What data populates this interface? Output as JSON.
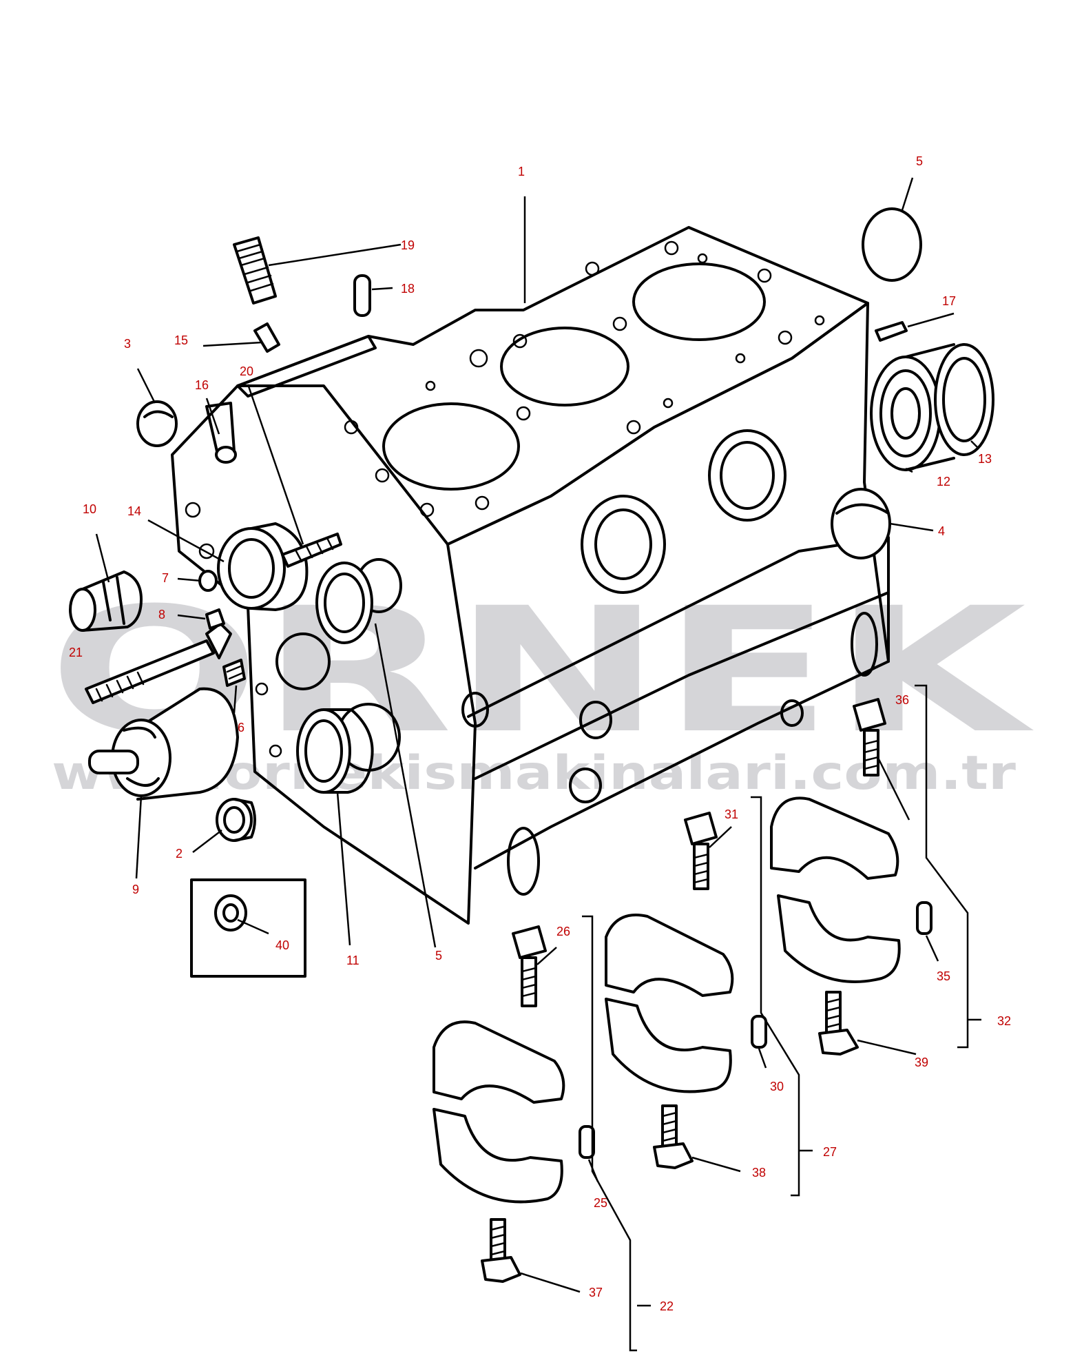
{
  "watermark": {
    "logo_text": "ORNEK",
    "url_text": "www.ornekismakinalari.com.tr",
    "color": "#c8c8cc"
  },
  "colors": {
    "line": "#000000",
    "label": "#c00000",
    "background": "#ffffff"
  },
  "callouts": [
    "1",
    "2",
    "3",
    "4",
    "5",
    "5",
    "6",
    "7",
    "8",
    "9",
    "10",
    "11",
    "12",
    "13",
    "14",
    "15",
    "16",
    "17",
    "18",
    "19",
    "20",
    "21",
    "22",
    "25",
    "26",
    "27",
    "30",
    "31",
    "32",
    "35",
    "36",
    "37",
    "38",
    "39",
    "40"
  ]
}
